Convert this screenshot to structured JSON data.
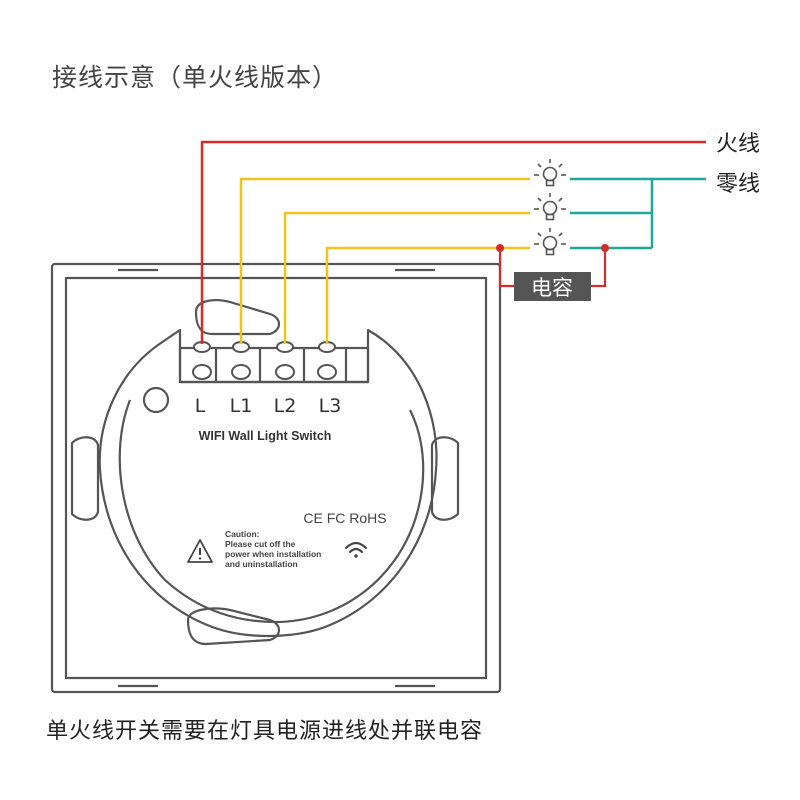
{
  "title": "接线示意（单火线版本）",
  "footer_note": "单火线开关需要在灯具电源进线处并联电容",
  "labels": {
    "live": "火线",
    "neutral": "零线",
    "capacitor": "电容"
  },
  "switch": {
    "terminals": [
      "L",
      "L1",
      "L2",
      "L3"
    ],
    "product_name": "WIFI Wall Light Switch",
    "certifications": "CE FC RoHS",
    "caution_lines": [
      "Caution:",
      "Please cut off the",
      "power when installation",
      "and uninstallation"
    ]
  },
  "colors": {
    "live_wire": "#d42b2b",
    "load_wire": "#f2c31b",
    "neutral_wire": "#1ea89a",
    "outline": "#555555",
    "capacitor_box": "#555555"
  },
  "icons": [
    "bulb-icon",
    "warning-triangle-icon",
    "wifi-icon"
  ]
}
